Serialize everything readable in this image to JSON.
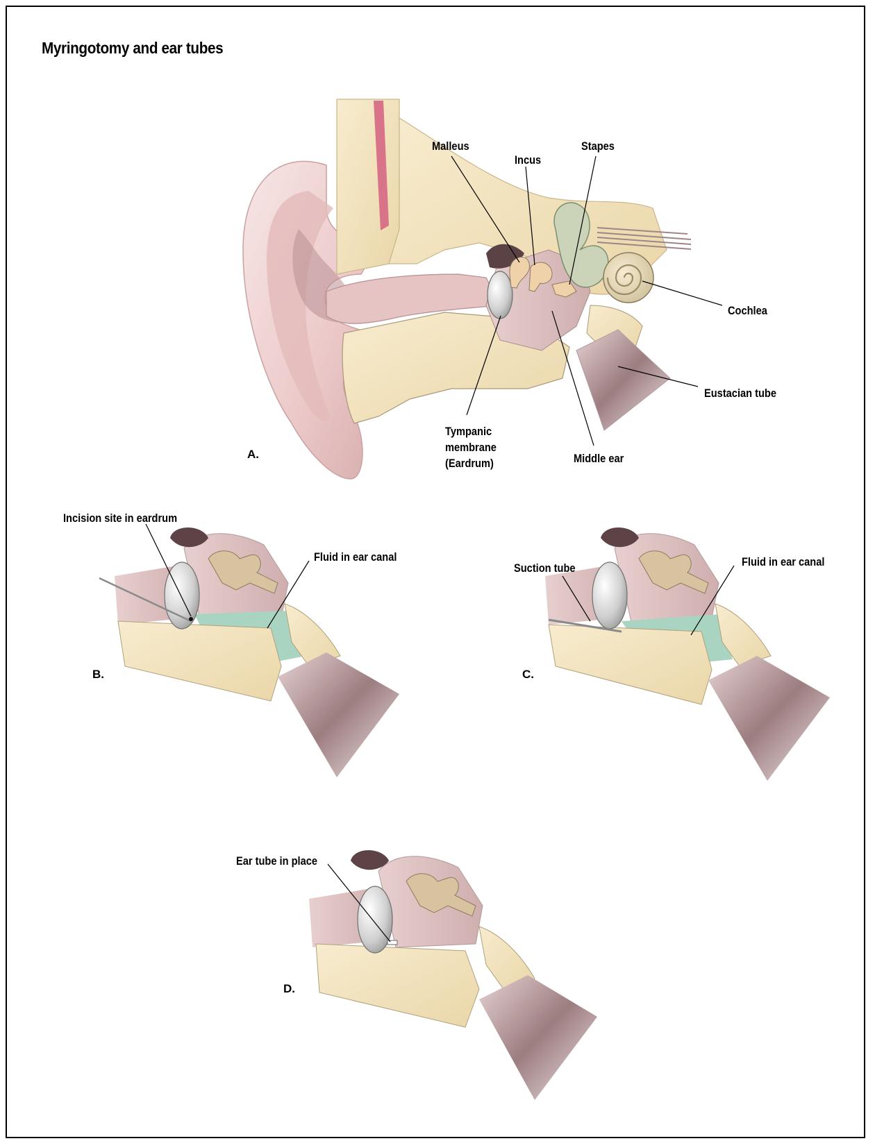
{
  "title": "Myringotomy and ear tubes",
  "panels": {
    "a": {
      "letter": "A.",
      "labels": {
        "malleus": "Malleus",
        "incus": "Incus",
        "stapes": "Stapes",
        "cochlea": "Cochlea",
        "eustacian_tube": "Eustacian tube",
        "tympanic_1": "Tympanic",
        "tympanic_2": "membrane",
        "tympanic_3": "(Eardrum)",
        "middle_ear": "Middle ear"
      }
    },
    "b": {
      "letter": "B.",
      "labels": {
        "incision": "Incision site in eardrum",
        "fluid": "Fluid in ear canal"
      }
    },
    "c": {
      "letter": "C.",
      "labels": {
        "suction": "Suction tube",
        "fluid": "Fluid in ear canal"
      }
    },
    "d": {
      "letter": "D.",
      "labels": {
        "ear_tube": "Ear tube in place"
      }
    }
  },
  "colors": {
    "skin": "#f2d6d6",
    "bone": "#f3e4bf",
    "flesh": "#d9b8b8",
    "fluid": "#a9d4c2",
    "eardrum": "#c8c8c8",
    "tube": "#8a6f73"
  }
}
